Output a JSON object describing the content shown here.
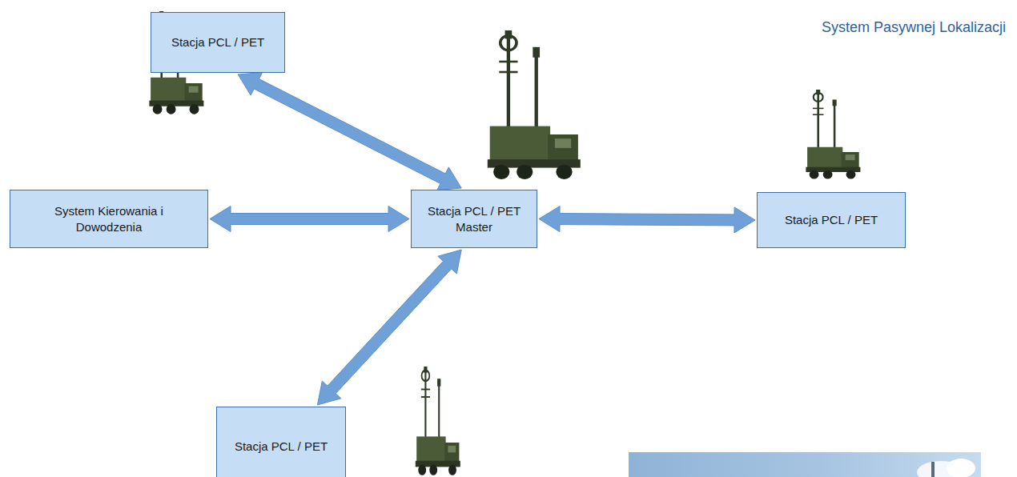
{
  "diagram": {
    "title": "System Pasywnej Lokalizacji",
    "nodes": [
      {
        "text": [
          "Stacja PCL / PET"
        ]
      },
      {
        "text": [
          "System Kierowania i Dowodzenia"
        ]
      },
      {
        "text": [
          "Stacja PCL / PET Master"
        ]
      },
      {
        "text": [
          "Stacja PCL / PET"
        ]
      },
      {
        "text": [
          "Stacja PCL / PET"
        ]
      }
    ],
    "edges": [
      {
        "from": 2,
        "to": 0,
        "arrow": "both"
      },
      {
        "from": 1,
        "to": 2,
        "arrow": "both"
      },
      {
        "from": 2,
        "to": 3,
        "arrow": "both"
      },
      {
        "from": 2,
        "to": 4,
        "arrow": "both"
      }
    ]
  }
}
